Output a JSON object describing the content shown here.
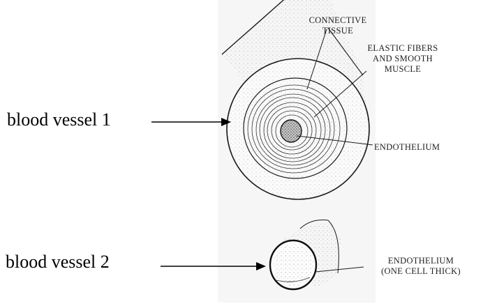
{
  "vessel1": {
    "caption": "blood vessel 1",
    "labels": {
      "connective_tissue": [
        "CONNECTIVE",
        "TISSUE"
      ],
      "elastic_fibers": [
        "ELASTIC FIBERS",
        "AND SMOOTH",
        "MUSCLE"
      ],
      "endothelium": "ENDOTHELIUM"
    }
  },
  "vessel2": {
    "caption": "blood vessel 2",
    "labels": {
      "endothelium": [
        "ENDOTHELIUM",
        "(ONE CELL THICK)"
      ]
    }
  },
  "colors": {
    "ink": "#1a1a1a",
    "paper": "#ffffff",
    "stipple": "#777777"
  }
}
